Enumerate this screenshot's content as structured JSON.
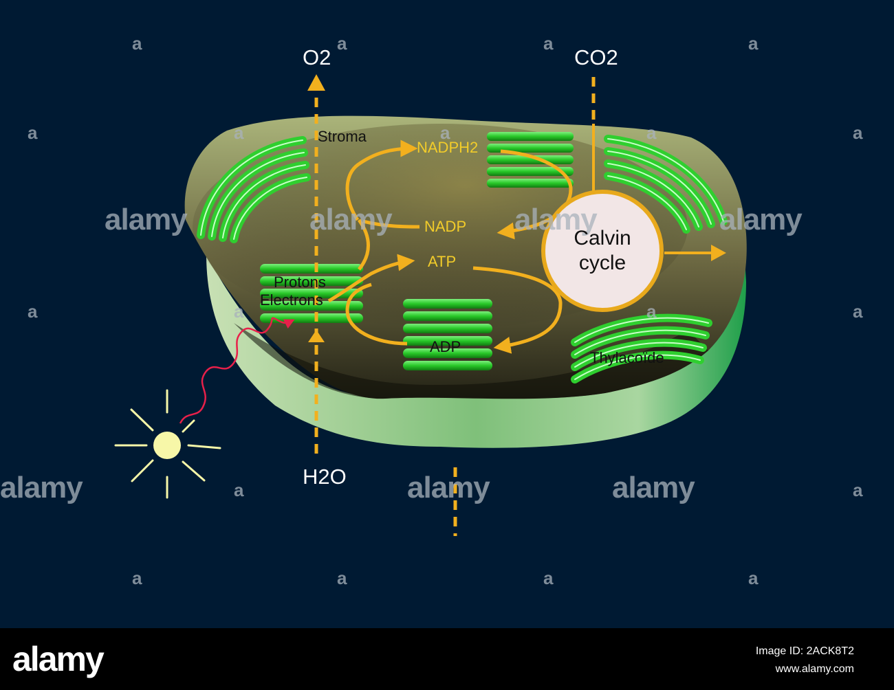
{
  "labels": {
    "o2": "O2",
    "co2": "CO2",
    "h2o": "H2O",
    "stroma": "Stroma",
    "nadph2": "NADPH2",
    "nadp": "NADP",
    "atp": "ATP",
    "adp": "ADP",
    "protons": "Protons",
    "electrons": "Electrons",
    "calvin_line1": "Calvin",
    "calvin_line2": "cycle",
    "thylacoide": "Thylacoïde"
  },
  "watermark": {
    "word": "alamy",
    "letter": "a"
  },
  "footer": {
    "logo": "alamy",
    "image_id": "Image ID: 2ACK8T2",
    "url": "www.alamy.com"
  },
  "colors": {
    "background": "#001a33",
    "arrow": "#f2b01e",
    "thylakoid": "#2fcf2f",
    "light_wave": "#e8204a",
    "sun": "#f7f7a8",
    "calvin_fill": "#f2e6e6"
  }
}
